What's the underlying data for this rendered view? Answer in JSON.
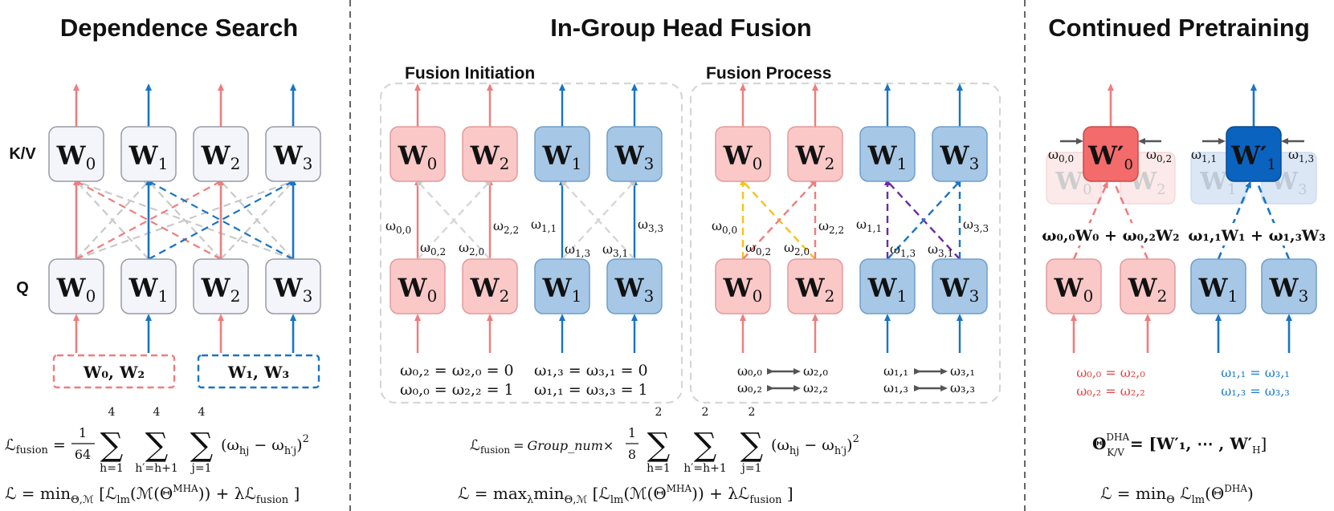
{
  "colors": {
    "pink": "#f07c7c",
    "blue": "#1874c6",
    "gray": "#c9c9c9",
    "pink_fill": "#fbc8c8",
    "blue_fill": "#a7c7e6",
    "white_fill": "#f4f5fb",
    "pink_dark": "#f36b6b",
    "blue_dark": "#0b63c0",
    "yellow": "#f5c21a",
    "purple": "#6b2aa3",
    "pink_text": "#e04545",
    "blue_text": "#1b7bd0"
  },
  "panels": {
    "dependence": {
      "title": "Dependence Search",
      "row_kv": "K/V",
      "row_q": "Q",
      "nodes_kv": [
        "W",
        "W",
        "W",
        "W"
      ],
      "subs_kv": [
        "0",
        "1",
        "2",
        "3"
      ],
      "nodes_q": [
        "W",
        "W",
        "W",
        "W"
      ],
      "subs_q": [
        "0",
        "1",
        "2",
        "3"
      ],
      "group_a": "W₀, W₂",
      "group_b": "W₁, W₃",
      "loss_fusion": {
        "lhs": "ℒ",
        "lhs_sub": "fusion",
        "eq": "=",
        "frac_num": "1",
        "frac_den": "64",
        "sum1_top": "4",
        "sum1_bot": "h=1",
        "sum2_top": "4",
        "sum2_bot": "h′=h+1",
        "sum3_top": "4",
        "sum3_bot": "j=1",
        "term": "(ω",
        "term_sub1": "hj",
        "term_mid": " − ω",
        "term_sub2": "h′j",
        "term_close": ")",
        "power": "2"
      },
      "loss_total": "ℒ  = min",
      "loss_total_sub": "Θ,ℳ",
      "loss_total_rest": " [ℒ",
      "loss_total_lm": "lm",
      "loss_total_mid": "(ℳ(Θ",
      "loss_total_sup": "MHA",
      "loss_total_end": ")) + λℒ",
      "loss_total_fusion": "fusion",
      "loss_total_close": " ]"
    },
    "fusion": {
      "title": "In-Group Head Fusion",
      "sub_init": "Fusion Initiation",
      "sub_process": "Fusion Process",
      "init_weights": [
        {
          "base": "ω",
          "sub": "0,0"
        },
        {
          "base": "ω",
          "sub": "0,2"
        },
        {
          "base": "ω",
          "sub": "2,0"
        },
        {
          "base": "ω",
          "sub": "2,2"
        },
        {
          "base": "ω",
          "sub": "1,1"
        },
        {
          "base": "ω",
          "sub": "1,3"
        },
        {
          "base": "ω",
          "sub": "3,1"
        },
        {
          "base": "ω",
          "sub": "3,3"
        }
      ],
      "init_eq_a1": "ω₀,₂ = ω₂,₀ = 0",
      "init_eq_a2": "ω₀,₀ = ω₂,₂ = 1",
      "init_eq_b1": "ω₁,₃ = ω₃,₁ = 0",
      "init_eq_b2": "ω₁,₁ = ω₃,₃ = 1",
      "proc_pairs_a": [
        [
          "ω₀,₀",
          "ω₂,₀"
        ],
        [
          "ω₀,₂",
          "ω₂,₂"
        ]
      ],
      "proc_pairs_b": [
        [
          "ω₁,₁",
          "ω₃,₁"
        ],
        [
          "ω₁,₃",
          "ω₃,₃"
        ]
      ],
      "loss_fusion": {
        "lhs": "ℒ",
        "lhs_sub": "fusion",
        "eq": "=",
        "group": "Group_num",
        "times": "×",
        "frac_num": "1",
        "frac_den": "8",
        "sum1_top": "2",
        "sum1_bot": "h=1",
        "sum2_top": "2",
        "sum2_bot": "h′=h+1",
        "sum3_top": "2",
        "sum3_bot": "j=1",
        "power": "2"
      },
      "loss_total_a": "ℒ  = max",
      "loss_total_lambda": "λ",
      "loss_total_b": "min"
    },
    "pretrain": {
      "title": "Continued Pretraining",
      "fused_a_sub": "0",
      "fused_b_sub": "1",
      "ghost_subs": [
        "0",
        "2",
        "1",
        "3"
      ],
      "side_weights": [
        {
          "base": "ω",
          "sub": "0,0"
        },
        {
          "base": "ω",
          "sub": "0,2"
        },
        {
          "base": "ω",
          "sub": "1,1"
        },
        {
          "base": "ω",
          "sub": "1,3"
        }
      ],
      "combo_a": "ω₀,₀W₀ + ω₀,₂W₂",
      "combo_b": "ω₁,₁W₁ + ω₁,₃W₃",
      "bottom_subs": [
        "0",
        "2",
        "1",
        "3"
      ],
      "eq_a1": "ω₀,₀ = ω₂,₀",
      "eq_a2": "ω₀,₂ = ω₂,₂",
      "eq_b1": "ω₁,₁ = ω₃,₁",
      "eq_b2": "ω₁,₃ = ω₃,₃",
      "theta": "Θ",
      "theta_sup": "DHA",
      "theta_sub": "K/V",
      "theta_rhs": " = [W′₁, ⋯ , W′",
      "theta_rhs_h": "H",
      "theta_close": "]",
      "loss": "ℒ  = min",
      "loss_sub": "Θ",
      "loss_mid": " ℒ",
      "loss_lm": "lm",
      "loss_end": "(Θ",
      "loss_sup": "DHA",
      "loss_close": ")"
    }
  }
}
